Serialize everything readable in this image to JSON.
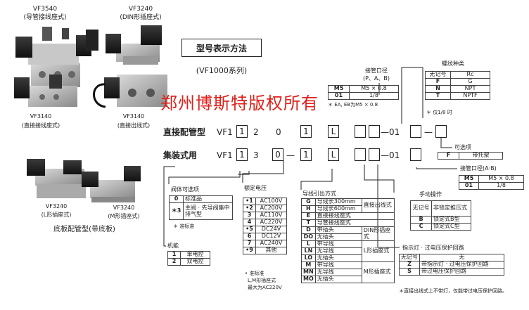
{
  "products": {
    "vf3540": {
      "model": "VF3540",
      "desc": "(导管接线座式)"
    },
    "vf3240_din": {
      "model": "VF3240",
      "desc": "(DIN形插座式)"
    },
    "vf3140a": {
      "model": "VF3140",
      "desc": "(直接接线座式)"
    },
    "vf3140b": {
      "model": "VF3140",
      "desc": "(直接出线式)"
    },
    "vf3240_l": {
      "model": "VF3240",
      "desc": "(L形插座式)"
    },
    "vf3240_m": {
      "model": "VF3240",
      "desc": "(M形插座式)"
    },
    "base_title": "底板配管型(带底板)"
  },
  "title": "型号表示方法",
  "series": "(VF1000系列)",
  "watermark": "郑州博斯特版权所有",
  "direct": {
    "label": "直接配管型",
    "prefix": "VF1",
    "d1": "1",
    "d2": "2",
    "d3": "0",
    "d4": "1",
    "d5": "L",
    "d6": "—01"
  },
  "manifold": {
    "label": "集装式用",
    "prefix": "VF1",
    "d1": "1",
    "d2": "3",
    "d3": "0",
    "dash": "—",
    "d4": "1",
    "d5": "L",
    "d6": "—01"
  },
  "port_diam": {
    "title": "接管口径",
    "sub": "(P、A、B)",
    "rows": [
      {
        "k": "M5",
        "v": "M5 × 0.8"
      },
      {
        "k": "01",
        "v": "1/8"
      }
    ],
    "note": "＊ EA, EB为M5 × 0.8"
  },
  "thread": {
    "title": "螺纹种类",
    "rows": [
      {
        "k": "无记号",
        "v": "Rc"
      },
      {
        "k": "F",
        "v": "G"
      },
      {
        "k": "N",
        "v": "NPT"
      },
      {
        "k": "T",
        "v": "NPTF"
      }
    ],
    "note": "＊ 仅1/8 时"
  },
  "option": {
    "title": "可选项",
    "k": "F",
    "v": "带托架"
  },
  "port_diam2": {
    "title": "接管口径(A·B)",
    "rows": [
      {
        "k": "M5",
        "v": "M5 × 0.8"
      },
      {
        "k": "01",
        "v": "1/8"
      }
    ]
  },
  "body_opt": {
    "title": "阀体可选项",
    "rows": [
      {
        "k": "0",
        "v": "标准品"
      },
      {
        "k": "＊3",
        "v": "主阀 · 先导阀集中排气型"
      }
    ],
    "note": "＊ 准标准"
  },
  "function": {
    "title": "机能",
    "rows": [
      {
        "k": "1",
        "v": "单电控"
      },
      {
        "k": "2",
        "v": "双电控"
      }
    ]
  },
  "voltage": {
    "title": "额定电压",
    "rows": [
      {
        "k": "•1",
        "v": "AC100V"
      },
      {
        "k": "•2",
        "v": "AC200V"
      },
      {
        "k": "3",
        "v": "AC110V"
      },
      {
        "k": "4",
        "v": "AC220V"
      },
      {
        "k": "•5",
        "v": "DC24V"
      },
      {
        "k": "6",
        "v": "DC12V"
      },
      {
        "k": "7",
        "v": "AC240V"
      },
      {
        "k": "•9",
        "v": "其他"
      }
    ],
    "note1": "• 准标准",
    "note2": "L,M形插座式",
    "note3": "最大为AC220V"
  },
  "wire": {
    "title": "导线引出方式",
    "rows": [
      {
        "k": "G",
        "v": "导线长300mm"
      },
      {
        "k": "H",
        "v": "导线长600mm"
      },
      {
        "k": "E",
        "v": "直接接线座式"
      },
      {
        "k": "T",
        "v": "导管接线座式"
      },
      {
        "k": "D",
        "v": "带插头"
      },
      {
        "k": "DO",
        "v": "无插头"
      },
      {
        "k": "L",
        "v": "带导线"
      },
      {
        "k": "LN",
        "v": "无导线"
      },
      {
        "k": "LO",
        "v": "无插头"
      },
      {
        "k": "M",
        "v": "带导线"
      },
      {
        "k": "MN",
        "v": "无导线"
      },
      {
        "k": "MO",
        "v": "无插头"
      }
    ],
    "g_direct": "直接出线式",
    "g_din": "DIN形插座式",
    "g_l": "L形插座式",
    "g_m": "M形插座式"
  },
  "manual": {
    "title": "手动操作",
    "rows": [
      {
        "k": "无记号",
        "v": "非锁定推压式"
      },
      {
        "k": "B",
        "v": "锁定式B型"
      },
      {
        "k": "C",
        "v": "锁定式C型"
      }
    ]
  },
  "indicator": {
    "title": "指示灯 · 过电压保护回路",
    "rows": [
      {
        "k": "无记号",
        "v": "无"
      },
      {
        "k": "Z",
        "v": "带指示灯 · 过电压保护回路"
      },
      {
        "k": "S",
        "v": "带过电压保护回路"
      }
    ],
    "note": "＊直接出线式上不带灯，仅能带过电压保护回路。"
  },
  "colors": {
    "watermark": "#e0201a",
    "line": "#222222"
  }
}
